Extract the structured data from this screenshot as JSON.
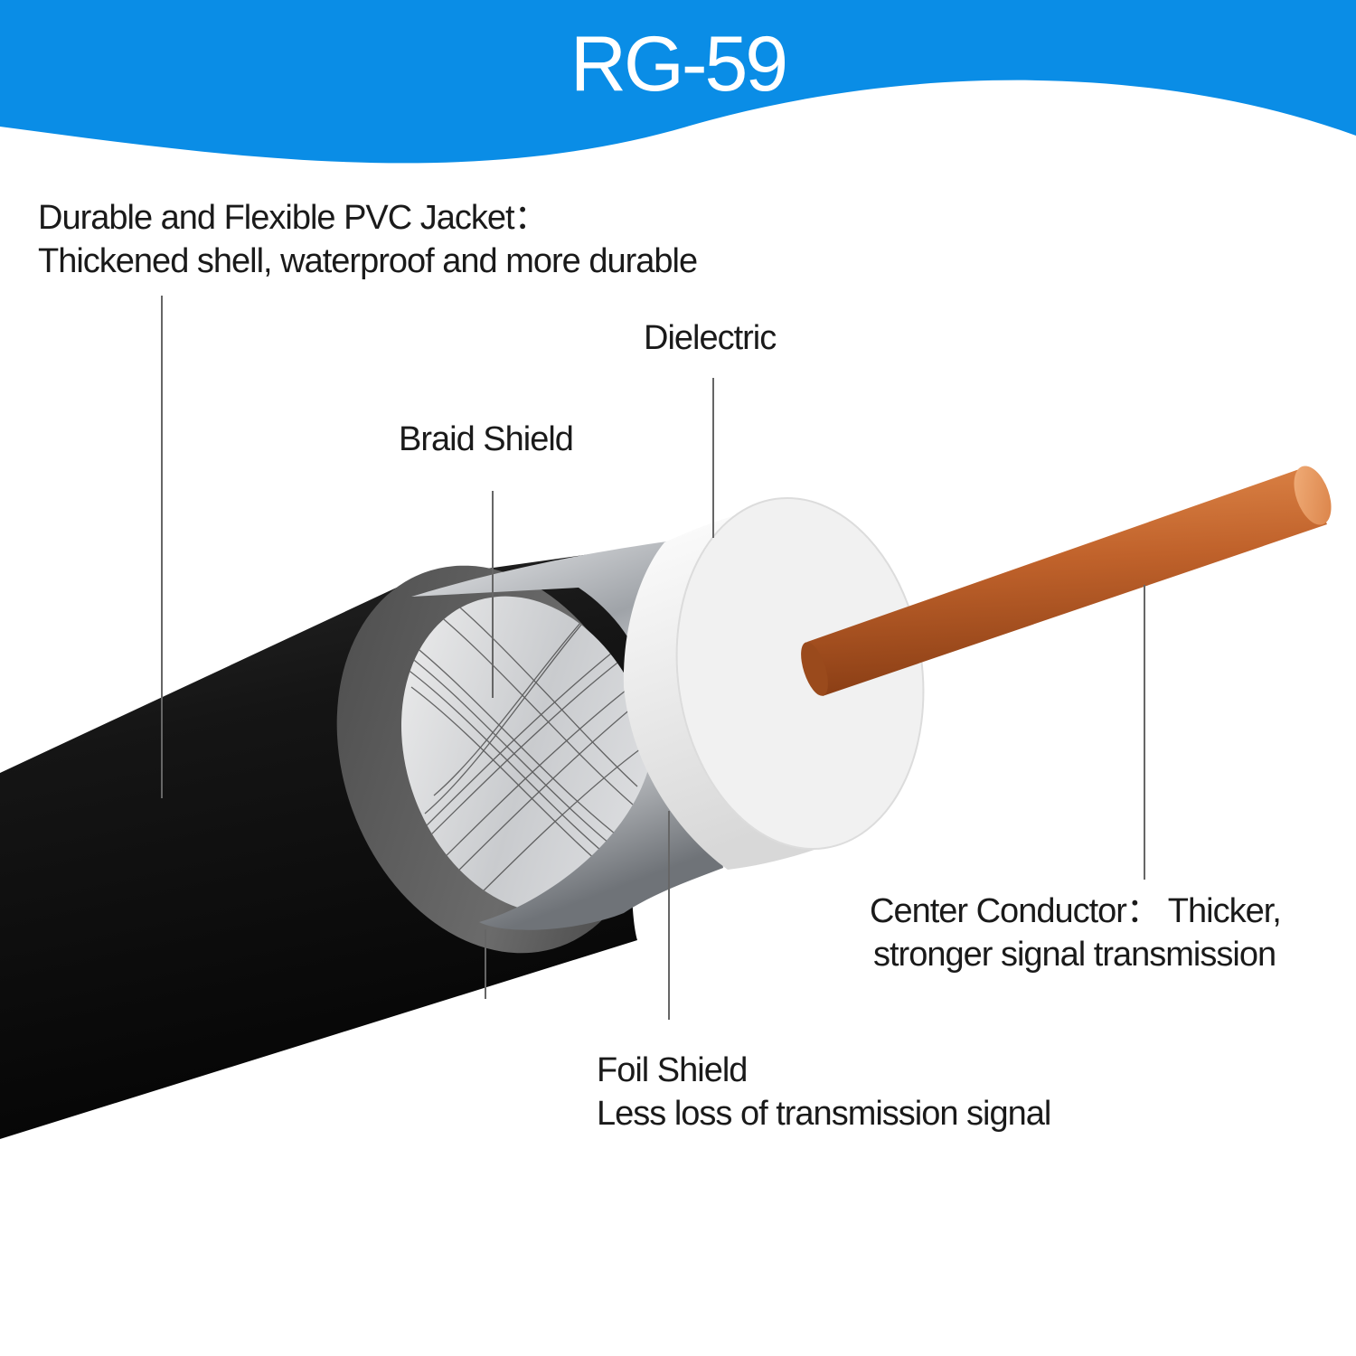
{
  "title": "RG-59",
  "colors": {
    "banner": "#0a8de6",
    "jacket": "#141414",
    "dielectric": "#f4f4f4",
    "copper": "#c8642c",
    "foil": "#b9bcc0"
  },
  "callouts": {
    "jacket": {
      "line1": "Durable and Flexible PVC Jacket：",
      "line2": "Thickened shell, waterproof and more durable"
    },
    "dielectric": {
      "line1": "Dielectric"
    },
    "braid": {
      "line1": "Braid Shield"
    },
    "center": {
      "line1": "Center Conductor：  Thicker,",
      "line2": "stronger signal transmission"
    },
    "foil": {
      "line1": "Foil Shield",
      "line2": "Less loss of transmission signal"
    }
  }
}
